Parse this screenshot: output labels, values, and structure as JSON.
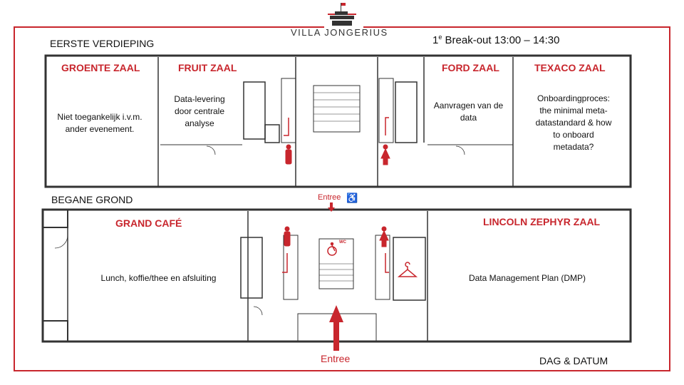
{
  "brand": {
    "name": "VILLA JONGERIUS"
  },
  "session": {
    "sup": "e",
    "prefix": "1",
    "title": "Break-out 13:00 – 14:30"
  },
  "floors": {
    "upper": {
      "label": "EERSTE VERDIEPING",
      "rooms": [
        {
          "name": "GROENTE ZAAL",
          "desc": [
            "Niet toegankelijk i.v.m.",
            "ander evenement."
          ]
        },
        {
          "name": "FRUIT ZAAL",
          "desc": [
            "Data-levering",
            "door centrale",
            "analyse"
          ]
        },
        {
          "name": "FORD ZAAL",
          "desc": [
            "Aanvragen van de",
            "data"
          ]
        },
        {
          "name": "TEXACO ZAAL",
          "desc": [
            "Onboardingproces:",
            "the minimal meta-",
            "datastandard & how",
            "to onboard",
            "metadata?"
          ]
        }
      ]
    },
    "ground": {
      "label": "BEGANE GROND",
      "rooms": [
        {
          "name": "GRAND CAFÉ",
          "desc": [
            "Lunch, koffie/thee en afsluiting"
          ]
        },
        {
          "name": "LINCOLN ZEPHYR ZAAL",
          "desc": [
            "Data Management Plan (DMP)"
          ]
        }
      ],
      "side_entrance": "Entree",
      "wc_label": "WC",
      "main_entrance": "Entree"
    }
  },
  "footer": {
    "date_label": "DAG & DATUM"
  },
  "colors": {
    "accent": "#c8262d",
    "line": "#333333"
  }
}
